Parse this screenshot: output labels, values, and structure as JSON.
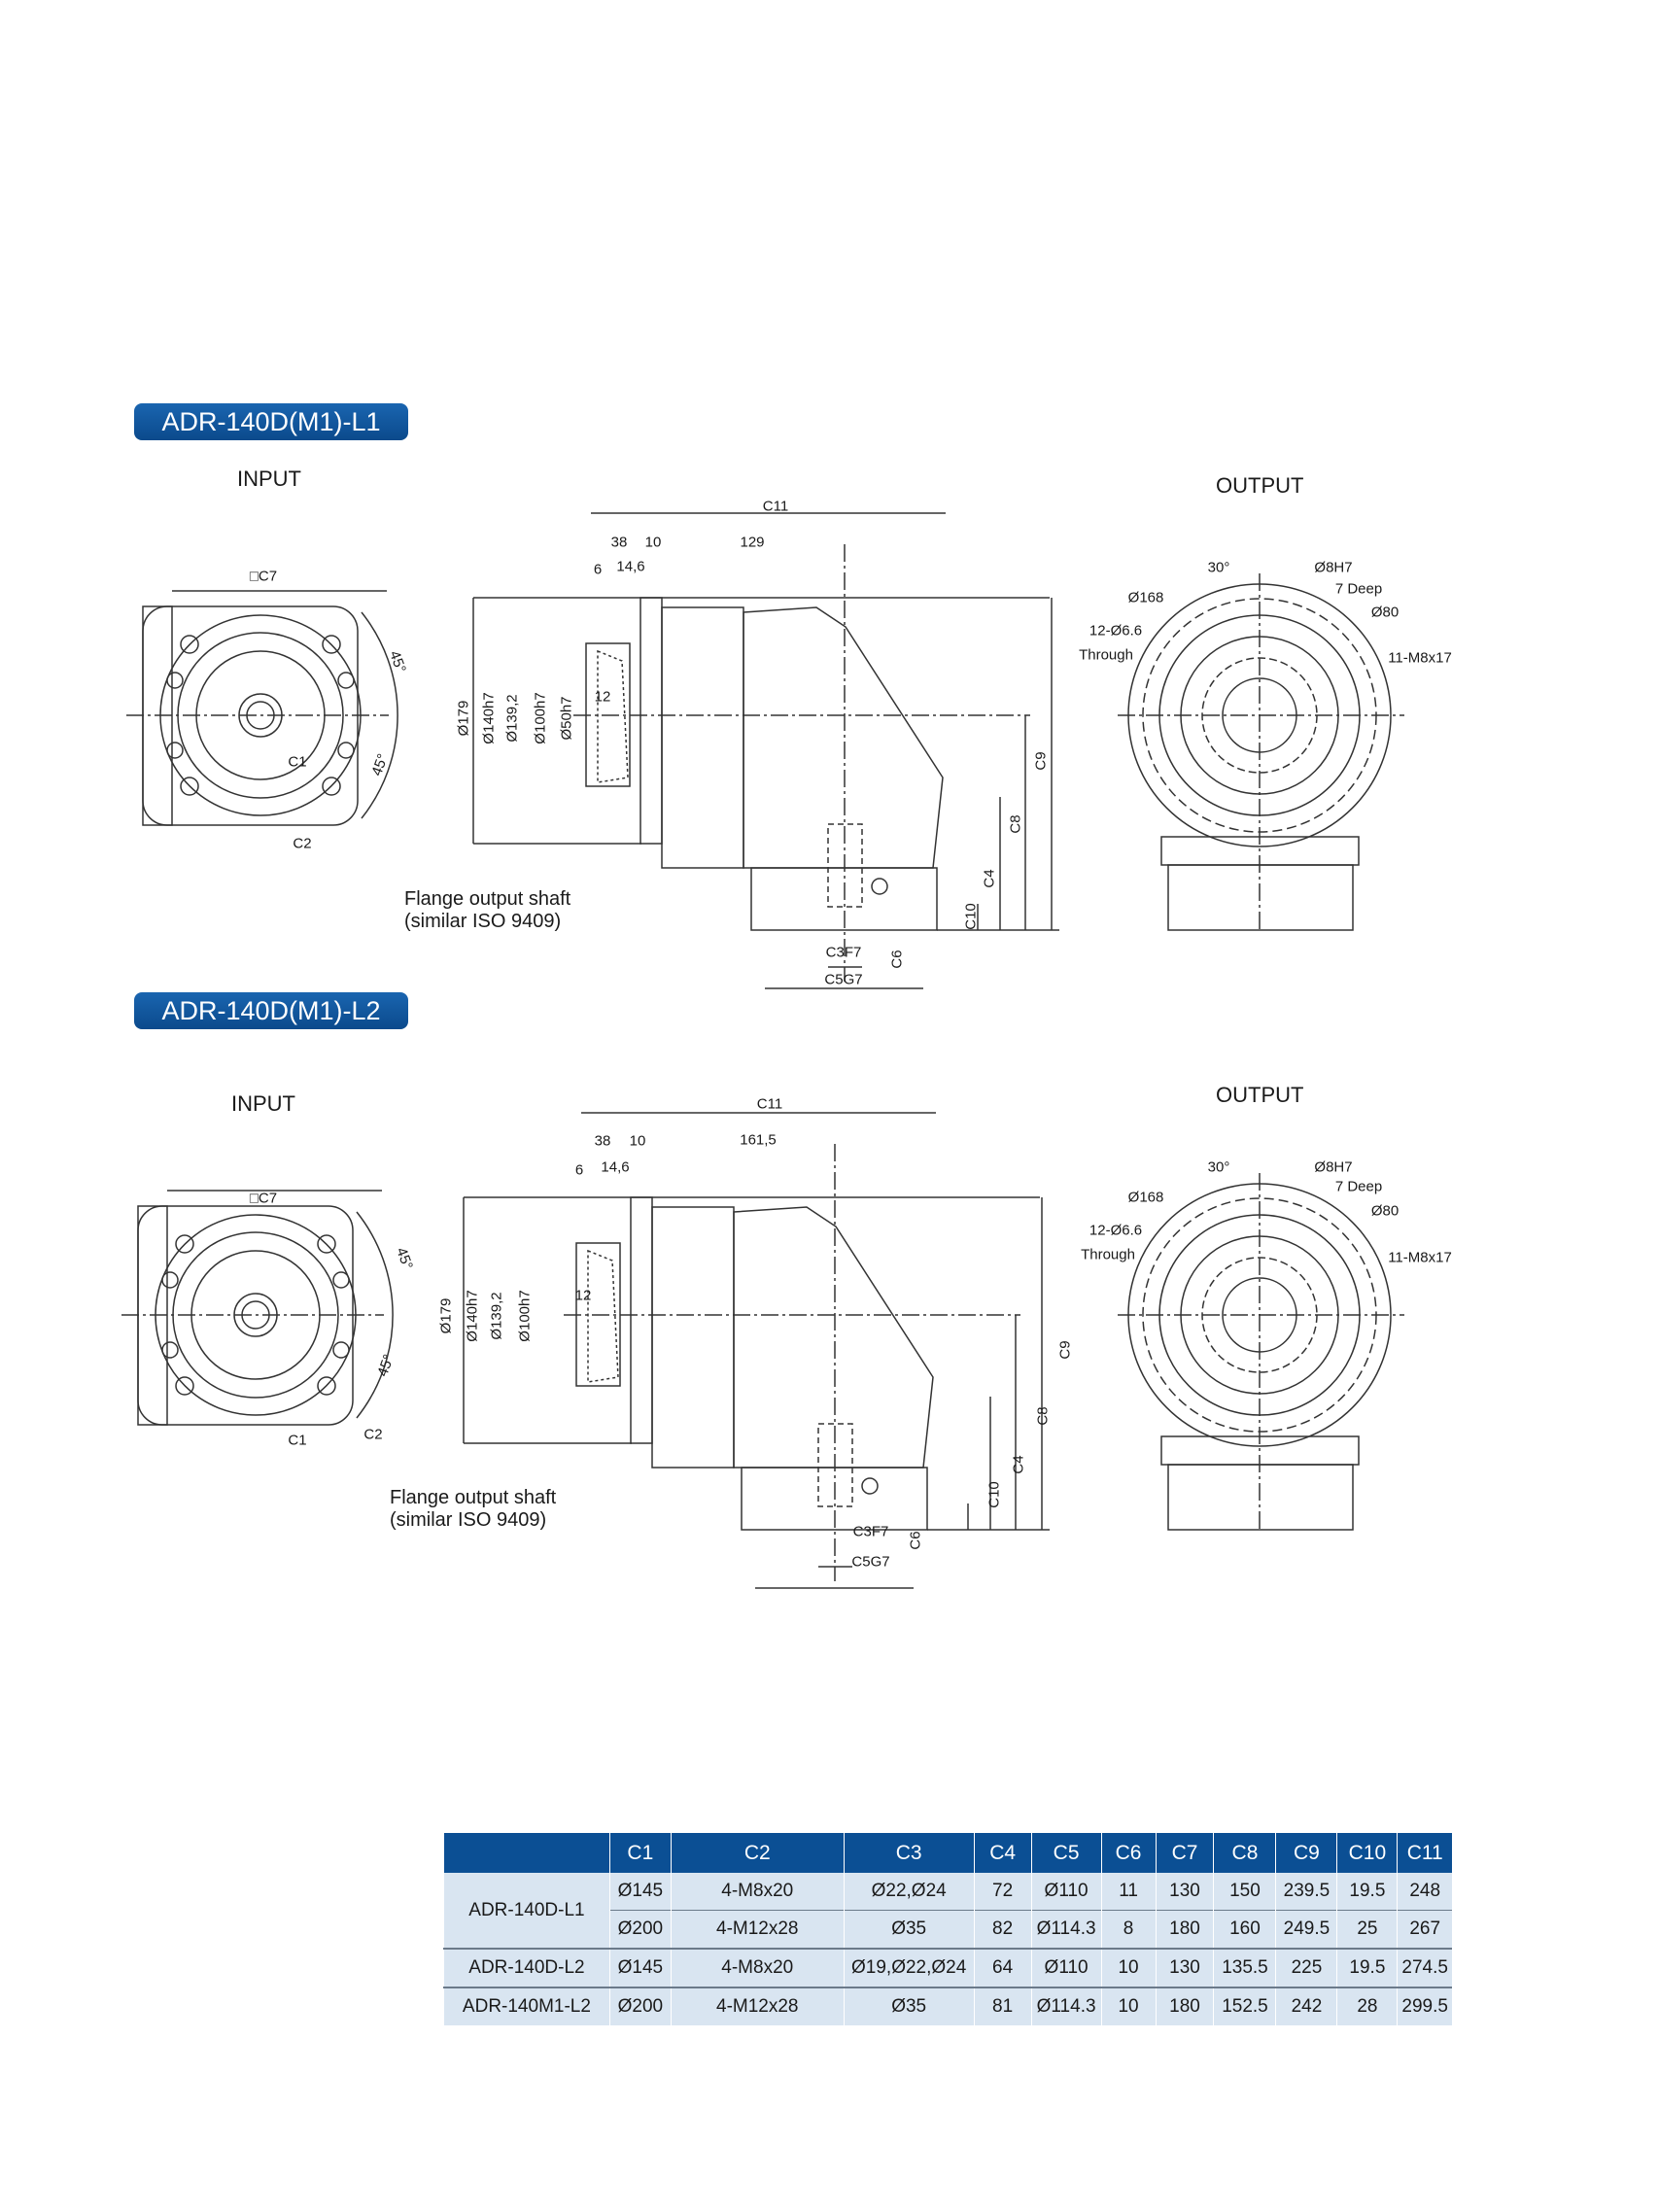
{
  "sections": [
    {
      "title": "ADR-140D(M1)-L1",
      "input": "INPUT",
      "output": "OUTPUT",
      "labels": {
        "c11": "C11",
        "d38": "38",
        "d10": "10",
        "d_len": "129",
        "d6": "6",
        "d146": "14,6",
        "c7": "□C7",
        "a30": "30°",
        "d8h7": "Ø8H7",
        "deep": "7 Deep",
        "d168": "Ø168",
        "d80": "Ø80",
        "holes": "12-Ø6.6",
        "through": "Through",
        "m8": "11-M8x17",
        "d179": "Ø179",
        "d140": "Ø140h7",
        "d1392": "Ø139,2",
        "d100": "Ø100h7",
        "d50": "Ø50h7",
        "d12": "12",
        "c9": "C9",
        "c8": "C8",
        "c4": "C4",
        "c10": "C10",
        "c6": "C6",
        "a45a": "45°",
        "a45b": "45°",
        "c1": "C1",
        "c2": "C2",
        "c3": "C3F7",
        "c5": "C5G7",
        "flange1": "Flange output shaft",
        "flange2": "(similar ISO 9409)"
      }
    },
    {
      "title": "ADR-140D(M1)-L2",
      "input": "INPUT",
      "output": "OUTPUT",
      "labels": {
        "c11": "C11",
        "d38": "38",
        "d10": "10",
        "d_len": "161,5",
        "d6": "6",
        "d146": "14,6",
        "c7": "□C7",
        "a30": "30°",
        "d8h7": "Ø8H7",
        "deep": "7 Deep",
        "d168": "Ø168",
        "d80": "Ø80",
        "holes": "12-Ø6.6",
        "through": "Through",
        "m8": "11-M8x17",
        "d179": "Ø179",
        "d140": "Ø140h7",
        "d1392": "Ø139,2",
        "d100": "Ø100h7",
        "d12": "12",
        "c9": "C9",
        "c8": "C8",
        "c4": "C4",
        "c10": "C10",
        "c6": "C6",
        "a45a": "45°",
        "a45b": "45°",
        "c1": "C1",
        "c2": "C2",
        "c3": "C3F7",
        "c5": "C5G7",
        "flange1": "Flange output shaft",
        "flange2": "(similar ISO 9409)"
      }
    }
  ],
  "table": {
    "headers": [
      "",
      "C1",
      "C2",
      "C3",
      "C4",
      "C5",
      "C6",
      "C7",
      "C8",
      "C9",
      "C10",
      "C11"
    ],
    "rows": [
      [
        "ADR-140D-L1",
        "Ø145",
        "4-M8x20",
        "Ø22,Ø24",
        "72",
        "Ø110",
        "11",
        "130",
        "150",
        "239.5",
        "19.5",
        "248"
      ],
      [
        "",
        "Ø200",
        "4-M12x28",
        "Ø35",
        "82",
        "Ø114.3",
        "8",
        "180",
        "160",
        "249.5",
        "25",
        "267"
      ],
      [
        "ADR-140D-L2",
        "Ø145",
        "4-M8x20",
        "Ø19,Ø22,Ø24",
        "64",
        "Ø110",
        "10",
        "130",
        "135.5",
        "225",
        "19.5",
        "274.5"
      ],
      [
        "ADR-140M1-L2",
        "Ø200",
        "4-M12x28",
        "Ø35",
        "81",
        "Ø114.3",
        "10",
        "180",
        "152.5",
        "242",
        "28",
        "299.5"
      ]
    ]
  },
  "colors": {
    "banner": "#0b4f94",
    "header": "#0b4f94",
    "cell": "#d9e5f1"
  }
}
